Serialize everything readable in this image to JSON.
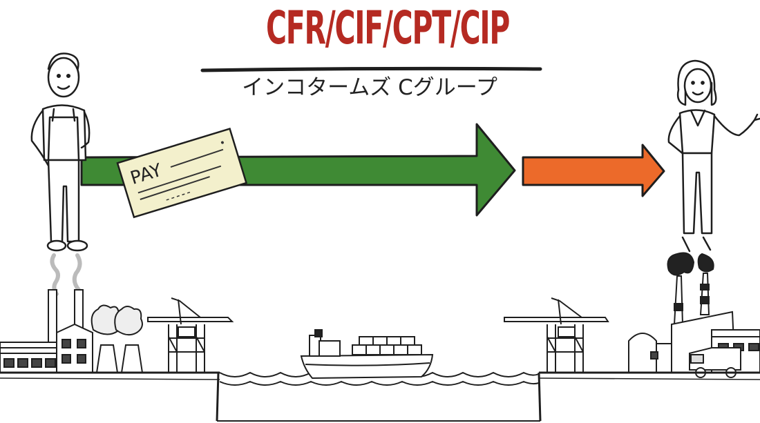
{
  "title": "CFR/CIF/CPT/CIP",
  "subtitle": "インコタームズ Cグループ",
  "cheque_text": "PAY",
  "colors": {
    "title": "#b52a22",
    "payment_arrow": "#3f8a34",
    "transfer_arrow": "#ec6a2a",
    "line": "#1e1e1e",
    "cheque": "#f3f0cc"
  },
  "icons": [
    "seller-figure",
    "buyer-figure",
    "cheque-icon",
    "payment-arrow",
    "risk-transfer-arrow",
    "factory-icon",
    "crane-icon",
    "cargo-ship-icon",
    "sea-water",
    "truck-icon"
  ]
}
